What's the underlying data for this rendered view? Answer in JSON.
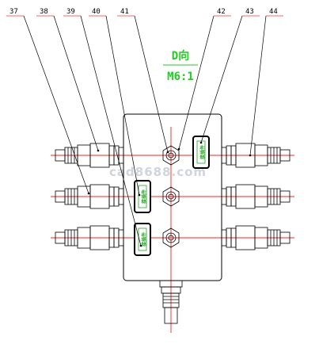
{
  "callouts": [
    "37",
    "38",
    "39",
    "40",
    "41",
    "42",
    "43",
    "44"
  ],
  "view_label": "D向",
  "scale_label": "M6:1",
  "plug_text": "接插件",
  "watermark": "cad8688.com",
  "colors": {
    "centerline": "#ff2020",
    "outline": "#000000",
    "view_label": "#22cc22",
    "callout_underline": "#ff3333"
  }
}
